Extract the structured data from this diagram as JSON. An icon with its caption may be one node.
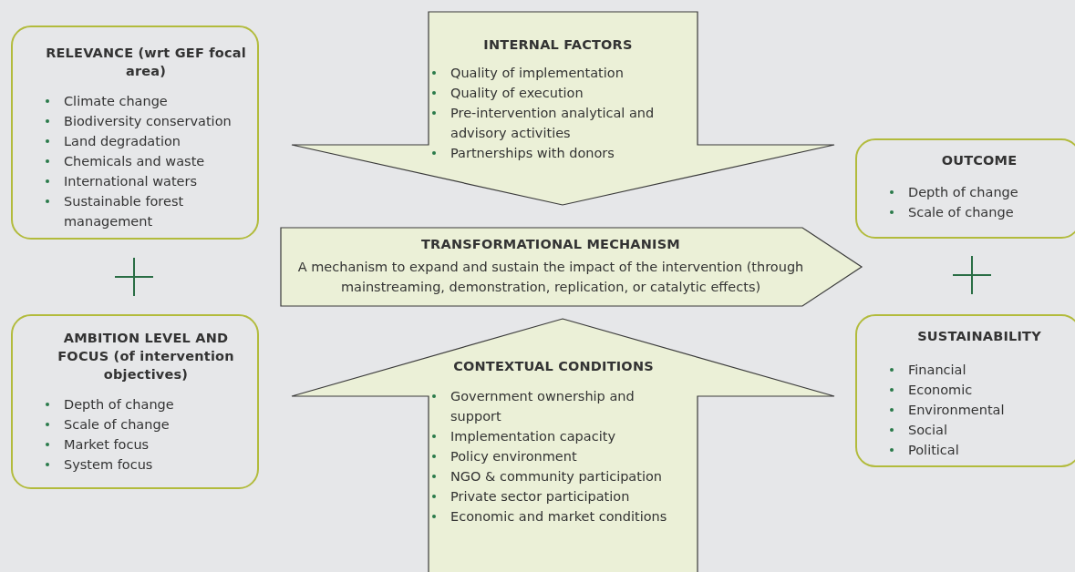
{
  "diagram": {
    "nodes": [
      {
        "text": [
          "RELEVANCE (wrt GEF focal area)",
          "Climate change",
          "Biodiversity conservation",
          "Land degradation",
          "Chemicals and waste",
          "International waters",
          "Sustainable forest management"
        ]
      },
      {
        "text": [
          "INTERNAL FACTORS",
          "Quality of implementation",
          "Quality of execution",
          "Pre-intervention analytical and advisory activities",
          "Partnerships with donors"
        ]
      },
      {
        "text": [
          "OUTCOME",
          "Depth of change",
          "Scale of change"
        ]
      },
      {
        "text": [
          "TRANSFORMATIONAL MECHANISM",
          "A mechanism to expand and sustain the impact of the intervention (through mainstreaming, demonstration, replication, or catalytic effects)"
        ]
      },
      {
        "text": [
          "AMBITION LEVEL AND FOCUS (of intervention objectives)",
          "Depth of change",
          "Scale of change",
          "Market focus",
          "System focus"
        ]
      },
      {
        "text": [
          "CONTEXTUAL CONDITIONS",
          "Government ownership and support",
          "Implementation capacity",
          "Policy environment",
          "NGO & community participation",
          "Private sector participation",
          "Economic and market conditions"
        ]
      },
      {
        "text": [
          "SUSTAINABILITY",
          "Financial",
          "Economic",
          "Environmental",
          "Social",
          "Political"
        ]
      }
    ]
  }
}
